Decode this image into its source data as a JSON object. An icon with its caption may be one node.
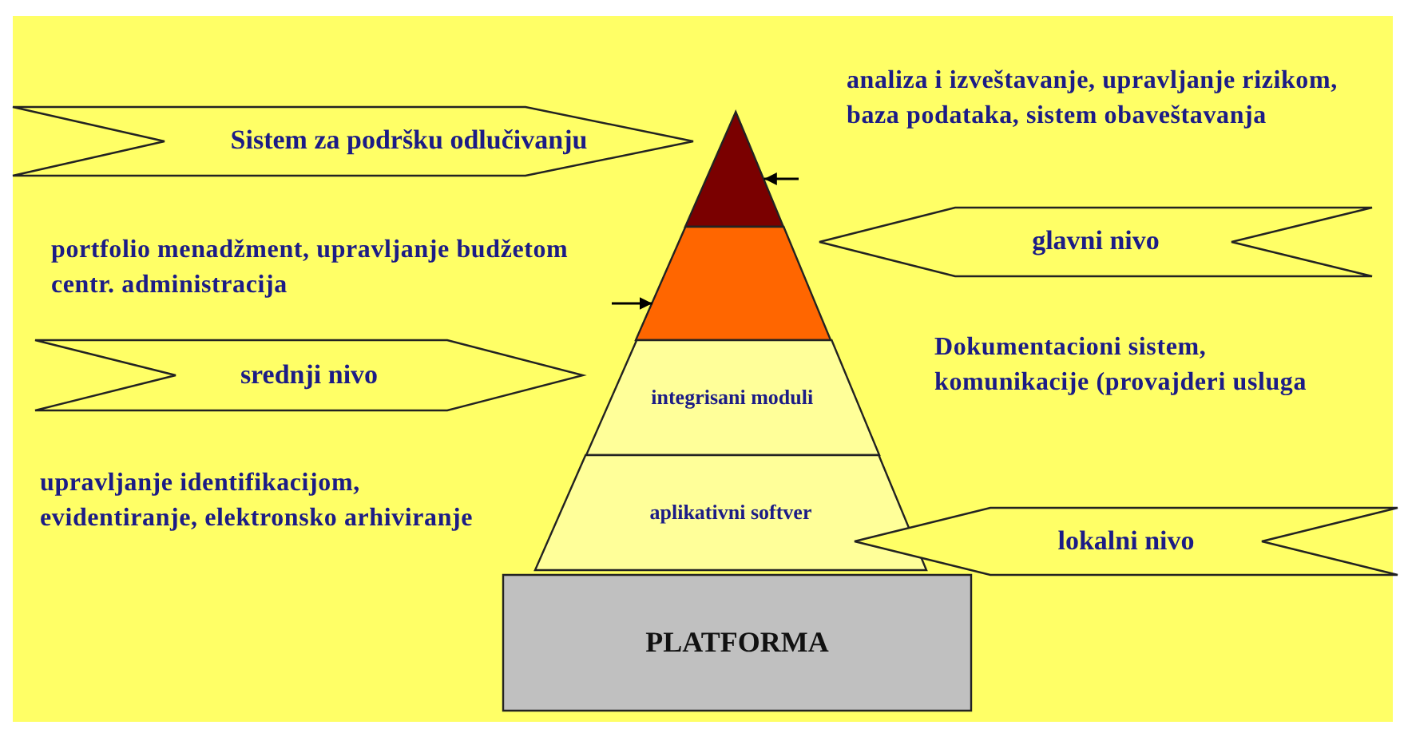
{
  "diagram": {
    "nodes": [
      {
        "text": [
          "Sistem za podršku odlučivanju"
        ]
      },
      {
        "text": [],
        "shape": "triangle"
      },
      {
        "text": [
          "glavni nivo"
        ]
      },
      {
        "text": [],
        "shape": "trapezoid"
      },
      {
        "text": [
          "srednji nivo"
        ]
      },
      {
        "text": [
          "integrisani moduli"
        ]
      },
      {
        "text": [
          "aplikativni softver"
        ]
      },
      {
        "text": [
          "lokalni nivo"
        ]
      },
      {
        "text": [
          "PLATFORMA"
        ]
      }
    ],
    "edges": [
      {
        "from": null,
        "to": 1,
        "arrow": "to"
      },
      {
        "from": null,
        "to": 3,
        "arrow": "to"
      }
    ],
    "labels": [
      "analiza i izveštavanje, upravljanje rizikom, baza podataka, sistem obaveštavanja",
      "portfolio menadžment, upravljanje budžetom centr. administracija",
      "Dokumentacioni sistem, komunikacije (provajderi usluga",
      "upravljanje identifikacijom, evidentiranje, elektronsko arhiviranje"
    ]
  }
}
